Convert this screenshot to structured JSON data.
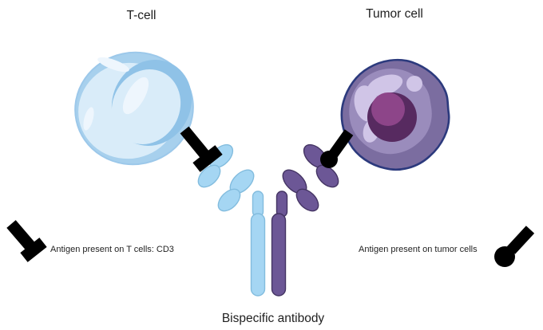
{
  "header": {
    "t_cell_label": "T-cell",
    "tumor_cell_label": "Tumor cell"
  },
  "footer": {
    "antibody_label": "Bispecific antibody"
  },
  "legend": {
    "left_text": "Antigen present on T cells: CD3",
    "right_text": "Antigen present on tumor cells",
    "left_icon": "cd3-antigen-icon",
    "right_icon": "tumor-antigen-icon"
  },
  "colors": {
    "background": "#ffffff",
    "text": "#1f1f1f",
    "connector": "#000000",
    "t_cell_outer": "#a7d0ed",
    "t_cell_edge": "#9cc8ea",
    "t_cell_band": "#8fc2e7",
    "t_cell_inner": "#d9ecf9",
    "t_cell_highlight": "#eef6fd",
    "tumor_outline": "#2c3a7d",
    "tumor_outer": "#7b6da0",
    "tumor_mid": "#9a8cbc",
    "tumor_light": "#d0c5e7",
    "nucleus_dark": "#572a60",
    "nucleus_light": "#8d4589",
    "antibody_blue": "#a5d6f3",
    "antibody_blue_stroke": "#82bcde",
    "antibody_purple": "#6c5796",
    "antibody_purple_stroke": "#443463"
  }
}
